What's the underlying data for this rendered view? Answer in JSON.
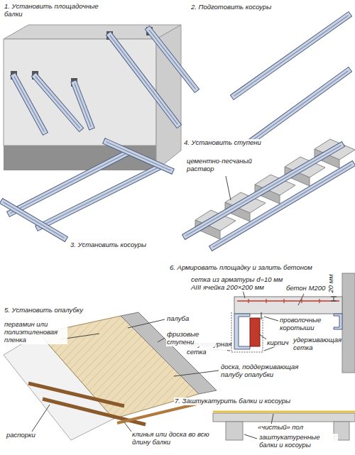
{
  "diagram": {
    "labels": [
      "1. Установить площадочные балки",
      "2. Подготовить косоуры",
      "4. Установить ступени",
      "цементно-песчаный раствор",
      "3. Установить косоуры",
      "6. Армировать площадку и залить бетоном",
      "сетка из арматуры d=10 мм AIII ячейка 200×200 мм",
      "бетон М200",
      "20 мм",
      "проволочные коротыши",
      "кирпич",
      "удерживающая сетка",
      "штукатурная сетка",
      "5. Установить опалубку",
      "пергамин или полиэтиленовая пленка",
      "палуба",
      "фризовые ступени",
      "доска, поддерживающая палубу опалубки",
      "распорки",
      "клинья или доска во всю длину балки",
      "7. Заштукатурить балки и косоуры",
      "«чистый» пол",
      "заштукатуренные балки и косоуры"
    ]
  }
}
